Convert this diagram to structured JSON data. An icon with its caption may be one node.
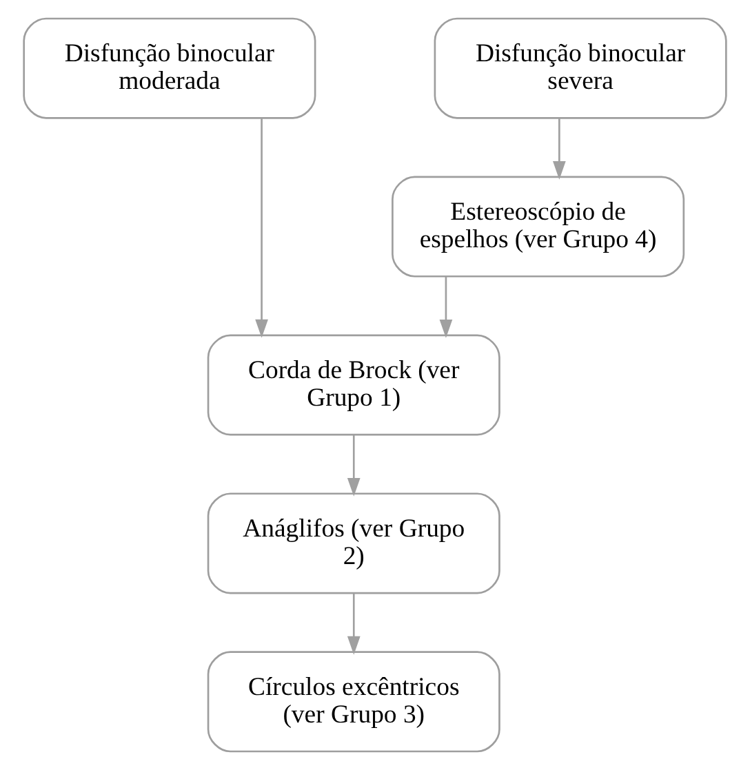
{
  "diagram": {
    "nodes": [
      {
        "text": [
          "Disfunção binocular moderada"
        ]
      },
      {
        "text": [
          "Disfunção binocular severa"
        ]
      },
      {
        "text": [
          "Estereoscópio de espelhos (ver Grupo 4)"
        ]
      },
      {
        "text": [
          "Corda de Brock (ver Grupo 1)"
        ]
      },
      {
        "text": [
          "Anáglifos (ver Grupo 2)"
        ]
      },
      {
        "text": [
          "Círculos excêntricos (ver Grupo 3)"
        ]
      }
    ],
    "edges": [
      {
        "from": 0,
        "to": 3,
        "arrow": "to"
      },
      {
        "from": 1,
        "to": 2,
        "arrow": "to"
      },
      {
        "from": 2,
        "to": 3,
        "arrow": "to"
      },
      {
        "from": 3,
        "to": 4,
        "arrow": "to"
      },
      {
        "from": 4,
        "to": 5,
        "arrow": "to"
      }
    ]
  }
}
